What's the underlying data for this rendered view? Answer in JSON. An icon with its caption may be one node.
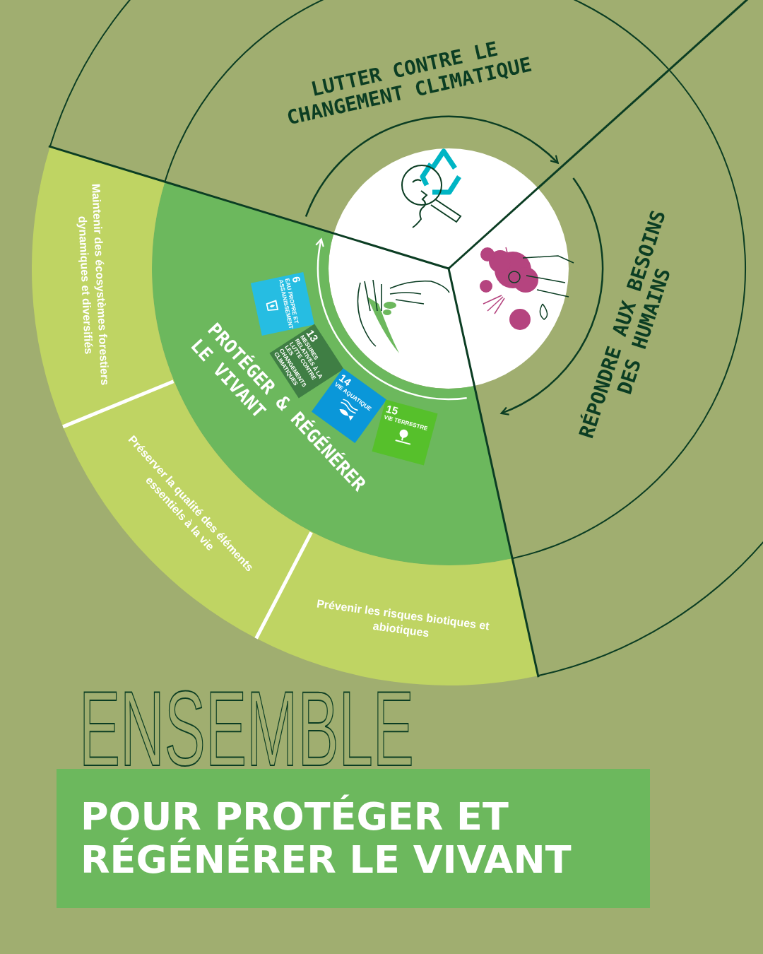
{
  "diagram": {
    "title": "ENSEMBLE",
    "nodes": [
      {
        "text": [
          "LUTTER CONTRE LE CHANGEMENT CLIMATIQUE"
        ]
      },
      {
        "text": [
          "RÉPONDRE AUX BESOINS DES HUMAINS"
        ]
      },
      {
        "text": [
          "PROTÉGER & RÉGÉNÉRER LE VIVANT"
        ]
      },
      {
        "text": [
          "6",
          "EAU PROPRE ET ASSAINISSEMENT"
        ],
        "in": 2
      },
      {
        "text": [
          "13",
          "MESURES RELATIVES À LA LUTTE CONTRE LES CHANGEMENTS CLIMATIQUES"
        ],
        "in": 2
      },
      {
        "text": [
          "14",
          "VIE AQUATIQUE"
        ],
        "in": 2
      },
      {
        "text": [
          "15",
          "VIE TERRESTRE"
        ],
        "in": 2
      },
      {
        "text": [
          "Maintenir des écosystèmes forestiers dynamiques et diversifiés"
        ]
      },
      {
        "text": [
          "Préserver la qualité des éléments essentiels à la vie"
        ]
      },
      {
        "text": [
          "Prévenir les risques biotiques et abiotiques"
        ]
      },
      {
        "text": [
          "POUR PROTÉGER ET RÉGÉNÉRER LE VIVANT"
        ]
      }
    ]
  }
}
